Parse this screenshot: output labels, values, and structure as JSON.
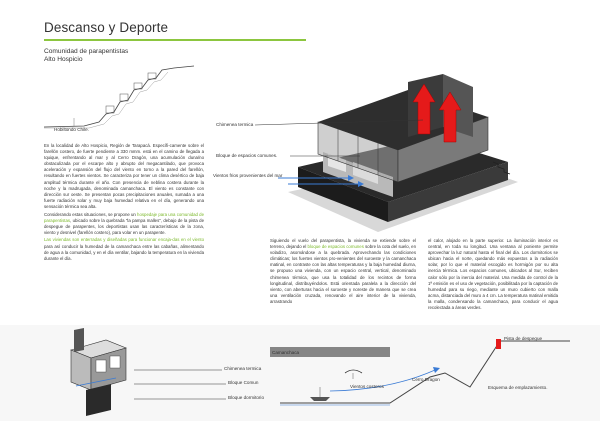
{
  "header": {
    "title": "Descanso y Deporte",
    "subtitle_line1": "Comunidad de parapentistas",
    "subtitle_line2": "Alto Hospicio",
    "accent_color": "#8cc63f"
  },
  "captions": {
    "hill_caption": "Hobiltondo Chile.",
    "chimenea_top": "Chimenea termica",
    "bloque_espacios": "Bloque de espacios comunes.",
    "vientos": "Vientos frios provenientes del mar"
  },
  "column1": {
    "p1": "En la localidad de Alto Hospicio, Región de Tarapacá. Específi-camente sobre el farellón costero, de fuerte pendiente a 330 mmm. está en el camino de llegada a Iquique, enfrentando al mar y al Cerro Dragón, una acumulación duna/no obstaculizada por el escarpe alto y abrupto del megacantilado, que provoca aceleración y expansión del flujo del viento en torno a la pared del farellón, resultando en fuertes vientos. Se caracteriza por tener un clima desértico de baja amplitud térmica durante el año. Con presencia de neblina costera durante la noche y la madrugada, denominada camanchaca. El viento es constante con dirección sur oeste. Se presentan pocas precipitaciones anuales, sumada a una fuerte radiación solar y muy baja humedad relativa en el día, generando una sensación térmica sea alta.",
    "p2_a": "Considerando estas situaciones, se propone un ",
    "p2_hl": "hospedaje para una comunidad de parapentistas",
    "p2_b": ", ubicado sobre la quebrada \"la pampa malles\", debajo de la pista de despegue de parapentes, los deportistas usan las características de la zona, viento y desnivel (farellón costero), para volar en un parapente.",
    "p3_hl": "Las viviendas son enterradas y diseñadas para funcionar encaja-das en el viento",
    "p3_b": " para así conducir la humedad de la camanchaca entre las cabañas, alimentando de agua a la comunidad, y en el día ventilar, bajando la temperatura en la vivienda durante el día."
  },
  "column2": {
    "p1_a": "Siguiendo el vuelo del parapentista, la vivienda se extiende sobre el terreno, dejando el ",
    "p1_hl": "bloque de espacios comunes",
    "p1_b": " sobre la cota del suelo, en voladizo, asomándose a la quebrada. Aprovechando las condiciones climáticas; los fuertes vientos pro-venientes del suroeste y la camanchaca matinal, en contraste con las altas temperaturas y la baja humedad diurna, se propuso una vivienda, con un espacio central, vertical, denominado chimenea térmica, que usa la totalidad de los recintos de forma longitudinal, distribuyéndolos. Está orientada paralela a la dirección del viento, con aberturas hacia el suroeste y noreste de manera que se crea una ventilación cruzada, renovando el aire interior de la vivienda, arrastrando"
  },
  "column3": {
    "p1": "el calor, alojado en la parte superior. La iluminación interior es central, en toda su longitud. Una ventana al poniente permite aprovechar la luz natural hasta el final del día. Los dormitorios se ubican hacia el norte, quedando más expuestos a la radiación solar, por lo que el material escogido es hormigón por su alta inercia térmica. Los espacios comunes, ubicados al Sur, reciben calor sólo por la inercia del material. Una medida de control de la 1ª emisión es el uso de vegetación, posibilitada por la captación de humedad para su riego, mediante un muro cubierto con malla acma, distanciada del muro a 4 cm. La temperatura matinal emitida la malla, condensando la camanchaca, para conducir el agua recolectada a áreas verdes."
  },
  "bottom": {
    "chimenea": "Chimenea termica",
    "bloque_comun": "Bloque Comun",
    "bloque_dormitorio": "Bloque dormitorio",
    "camanchaca": "Camanchaca",
    "vientos_costeros": "Vientos costeros",
    "cerro_dragon": "Cerro Dragon",
    "pista": "Pista de despegue",
    "esquema": "Esquema de emplazamiento."
  }
}
